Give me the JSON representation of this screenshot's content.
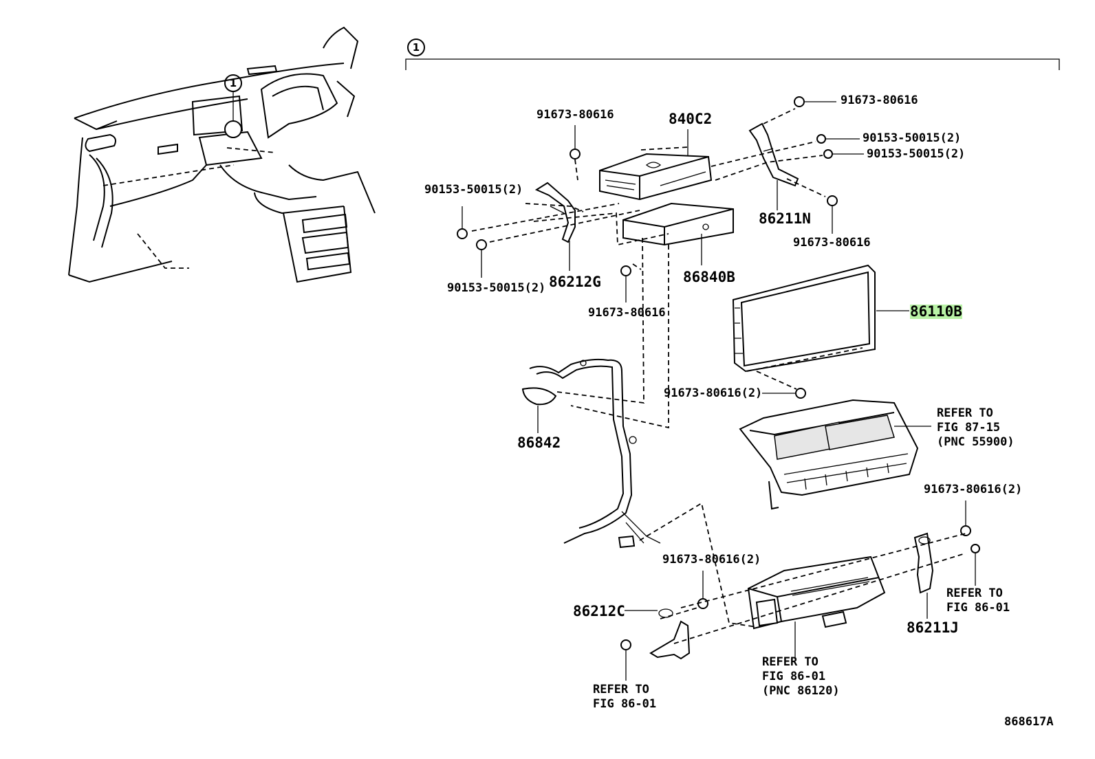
{
  "diagram": {
    "callout": "1",
    "figure_code": "868617A",
    "parts": {
      "p_91673_80616_top": "91673-80616",
      "p_840C2": "840C2",
      "p_91673_80616_tr": "91673-80616",
      "p_90153_50015_a": "90153-50015(2)",
      "p_90153_50015_b": "90153-50015(2)",
      "p_90153_50015_left": "90153-50015(2)",
      "p_86211N": "86211N",
      "p_91673_80616_r2": "91673-80616",
      "p_90153_50015_low": "90153-50015(2)",
      "p_86212G": "86212G",
      "p_86840B": "86840B",
      "p_91673_80616_mid": "91673-80616",
      "p_86110B": "86110B",
      "p_91673_80616_2_a": "91673-80616(2)",
      "p_86842": "86842",
      "p_91673_80616_2_b": "91673-80616(2)",
      "p_91673_80616_2_c": "91673-80616(2)",
      "p_86212C": "86212C",
      "p_86211J": "86211J"
    },
    "notes": {
      "refer_87_15": "REFER TO\nFIG 87-15\n(PNC 55900)",
      "refer_86_01_right": "REFER TO\nFIG 86-01",
      "refer_86_01_pnc": "REFER TO\nFIG 86-01\n(PNC 86120)",
      "refer_86_01_left": "REFER TO\nFIG 86-01"
    }
  }
}
